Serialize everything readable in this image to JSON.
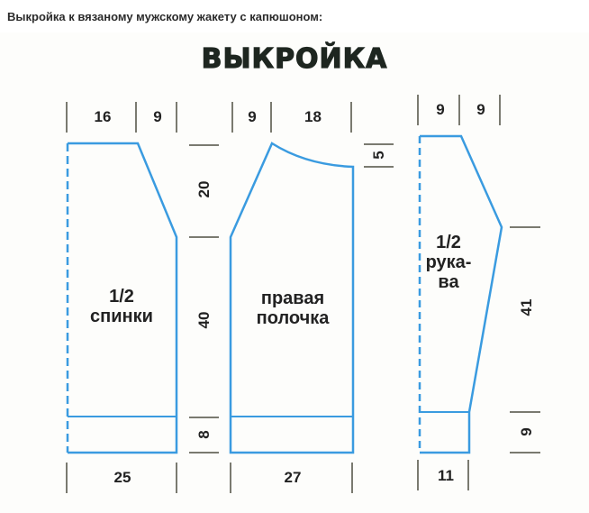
{
  "caption": "Выкройка к вязаному мужскому жакету с капюшоном:",
  "diagram": {
    "title": "ВЫКРОЙКА",
    "line_color": "#3a9be0",
    "tick_color": "#7a7a70",
    "back": {
      "label_line1": "1/2",
      "label_line2": "спинки",
      "top_dims": [
        "16",
        "9"
      ],
      "bottom_dim": "25"
    },
    "front": {
      "label_line1": "правая",
      "label_line2": "полочка",
      "top_dims": [
        "9",
        "18"
      ],
      "neck_depth": "5",
      "bottom_dim": "27"
    },
    "vertical_dims": [
      "20",
      "40",
      "8"
    ],
    "sleeve": {
      "label_line1": "1/2",
      "label_line2": "рука-",
      "label_line3": "ва",
      "top_dims": [
        "9",
        "9"
      ],
      "side_dims": [
        "41",
        "9"
      ],
      "bottom_dim": "11"
    }
  }
}
